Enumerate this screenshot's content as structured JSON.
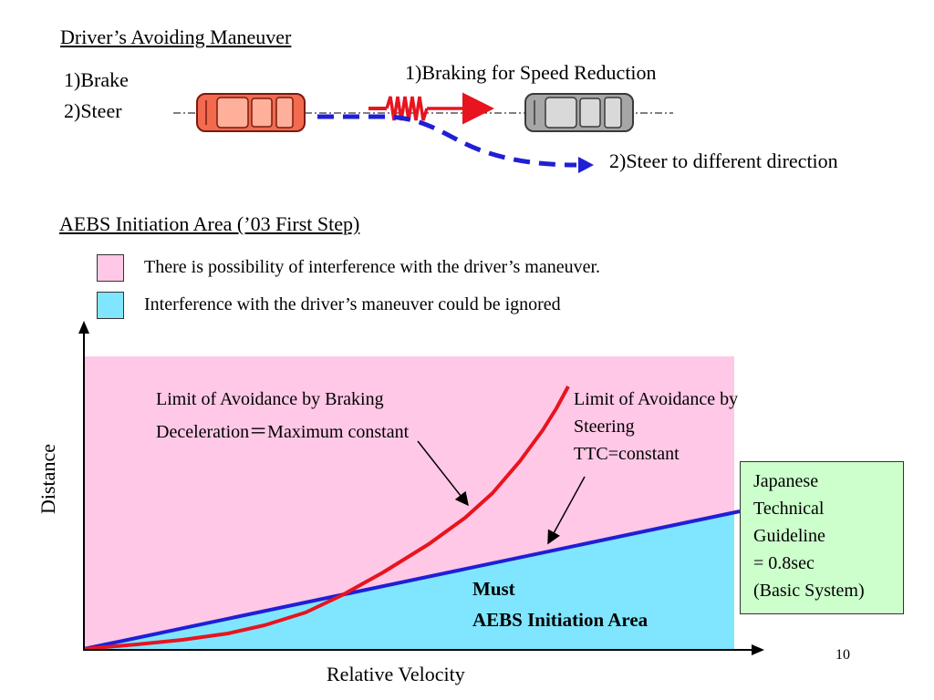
{
  "maneuver": {
    "title": "Driver’s Avoiding Maneuver",
    "options": [
      "1)Brake",
      "2)Steer"
    ],
    "brake_label": "1)Braking for Speed Reduction",
    "steer_label": "2)Steer to different direction"
  },
  "aebs": {
    "title": "AEBS Initiation Area (’03 First Step)",
    "legend": [
      {
        "color": "#ffc8e6",
        "text": "There is possibility of interference with the driver’s maneuver."
      },
      {
        "color": "#80e6ff",
        "text": "Interference with the driver’s maneuver could be ignored"
      }
    ]
  },
  "graph": {
    "ylabel": "Distance",
    "xlabel": "Relative Velocity",
    "braking_limit": [
      "Limit of Avoidance by Braking",
      "Deceleration＝Maximum constant"
    ],
    "steering_limit": [
      "Limit of Avoidance by",
      "Steering",
      "TTC=constant"
    ],
    "guideline": [
      "Japanese",
      "Technical",
      "Guideline",
      "= 0.8sec",
      "(Basic System)"
    ],
    "must_area": [
      "Must",
      "AEBS Initiation Area"
    ],
    "colors": {
      "braking_curve": "#e8141e",
      "steering_line": "#1f1fd6",
      "guideline_box": "#ccffcc"
    }
  },
  "page_number": "10"
}
